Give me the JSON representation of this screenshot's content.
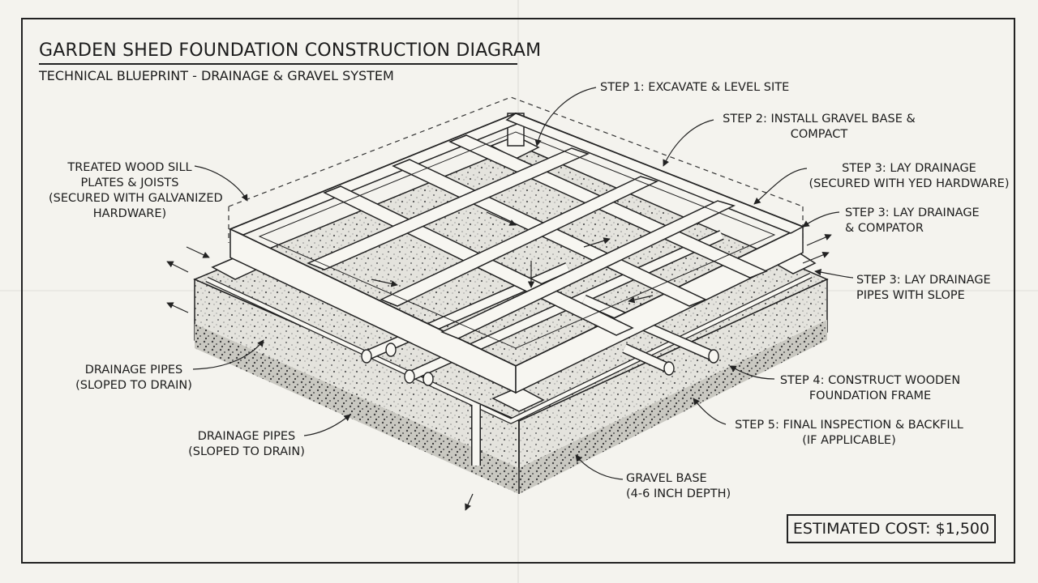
{
  "title": "GARDEN SHED FOUNDATION CONSTRUCTION DIAGRAM",
  "subtitle": "TECHNICAL BLUEPRINT - DRAINAGE & GRAVEL SYSTEM",
  "labels": {
    "sill_plates": [
      "TREATED WOOD SILL",
      "PLATES & JOISTS",
      "(SECURED WITH GALVANIZED",
      "HARDWARE)"
    ],
    "drainage_left_1": [
      "DRAINAGE PIPES",
      "(SLOPED TO DRAIN)"
    ],
    "drainage_left_2": [
      "DRAINAGE PIPES",
      "(SLOPED TO DRAIN)"
    ],
    "step1": [
      "STEP 1: EXCAVATE & LEVEL SITE"
    ],
    "step2": [
      "STEP 2: INSTALL GRAVEL BASE &",
      "COMPACT"
    ],
    "step3a": [
      "STEP 3: LAY DRAINAGE",
      "(SECURED WITH YED HARDWARE)"
    ],
    "step3b": [
      "STEP 3: LAY DRAINAGE",
      "& COMPATOR"
    ],
    "step3c": [
      "STEP 3: LAY DRAINAGE",
      "PIPES WITH SLOPE"
    ],
    "step4": [
      "STEP 4: CONSTRUCT WOODEN",
      "FOUNDATION FRAME"
    ],
    "step5": [
      "STEP 5: FINAL INSPECTION & BACKFILL",
      "(IF APPLICABLE)"
    ],
    "gravel": [
      "GRAVEL BASE",
      "(4-6 INCH DEPTH)"
    ]
  },
  "cost": "ESTIMATED COST: $1,500",
  "colors": {
    "ink": "#1c1c1c",
    "paper": "#f4f3ee",
    "gravel": "#d9d8d2",
    "wood": "#f7f6f1"
  }
}
